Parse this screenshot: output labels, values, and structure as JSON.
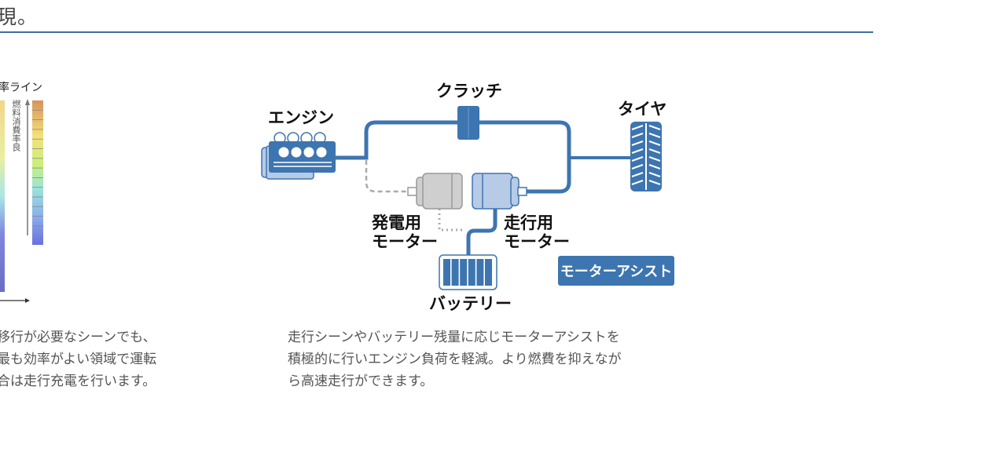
{
  "header": {
    "title_fragment": "現。"
  },
  "left_panel": {
    "legend_title_fragment": "率ライン",
    "scale_label": "燃料消費率良",
    "description": "移行が必要なシーンでも、\n最も効率がよい領域で運転\n合は走行充電を行います。"
  },
  "diagram": {
    "labels": {
      "engine": "エンジン",
      "clutch": "クラッチ",
      "tire": "タイヤ",
      "generator_motor": "発電用\nモーター",
      "drive_motor": "走行用\nモーター",
      "battery": "バッテリー"
    },
    "badge": "モーターアシスト",
    "colors": {
      "primary": "#3d75b0",
      "light_blue": "#b7cbe6",
      "gray": "#c8c8c8",
      "gray_line": "#a9a9a9"
    }
  },
  "description": "走行シーンやバッテリー残量に応じモーターアシストを\n積極的に行いエンジン負荷を軽減。より燃費を抑えなが\nら高速走行ができます。"
}
